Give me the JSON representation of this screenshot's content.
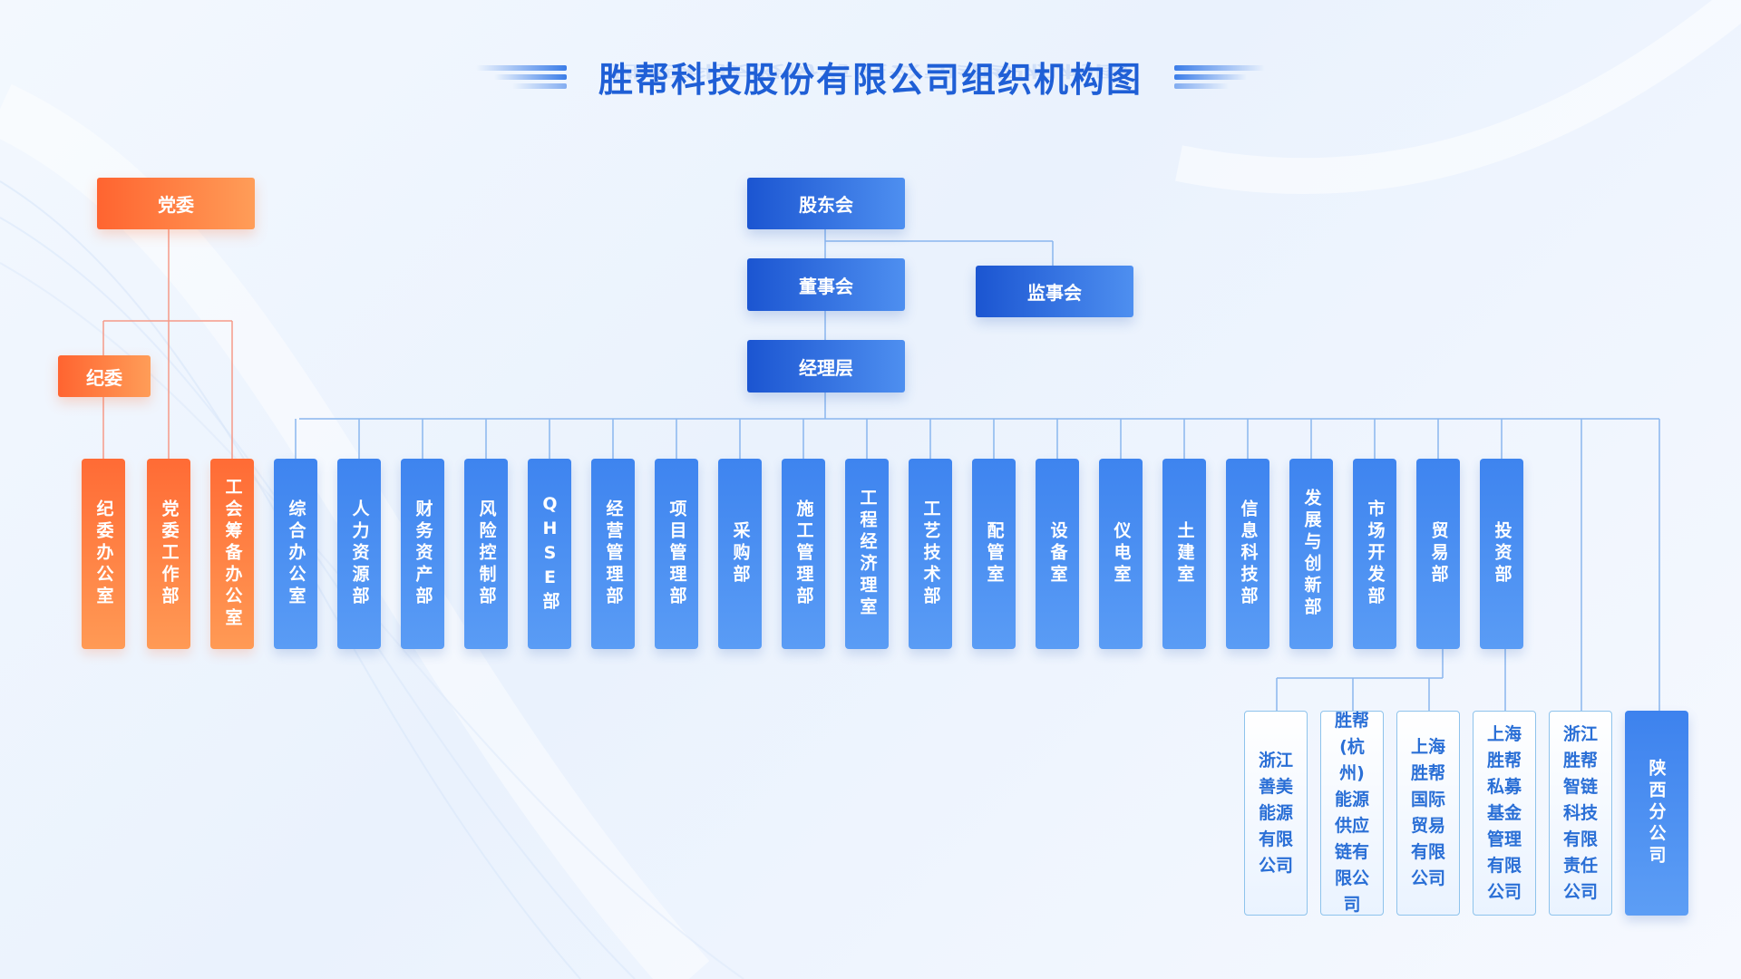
{
  "title": "胜帮科技股份有限公司组织机构图",
  "colors": {
    "primary_blue": "#1f5fd6",
    "box_blue": "#3e84ef",
    "box_orange": "#ff6b35",
    "line_blue": "#8ab6ee",
    "line_orange": "#f59a88"
  },
  "party": {
    "committee": "党委",
    "discipline": "纪委",
    "depts": [
      "纪委办公室",
      "党委工作部",
      "工会筹备办公室"
    ]
  },
  "governance": {
    "shareholders": "股东会",
    "board": "董事会",
    "supervisors": "监事会",
    "management": "经理层"
  },
  "departments": [
    "综合办公室",
    "人力资源部",
    "财务资产部",
    "风险控制部",
    "QHSE部",
    "经营管理部",
    "项目管理部",
    "采购部",
    "施工管理部",
    "工程经济理室",
    "工艺技术部",
    "配管室",
    "设备室",
    "仪电室",
    "土建室",
    "信息科技部",
    "发展与创新部",
    "市场开发部",
    "贸易部",
    "投资部"
  ],
  "subsidiaries": [
    "浙江善美能源有限公司",
    "胜帮(杭州)能源供应链有限公司",
    "上海胜帮国际贸易有限公司",
    "上海胜帮私募基金管理有限公司",
    "浙江胜帮智链科技有限责任公司",
    "陕西分公司"
  ]
}
